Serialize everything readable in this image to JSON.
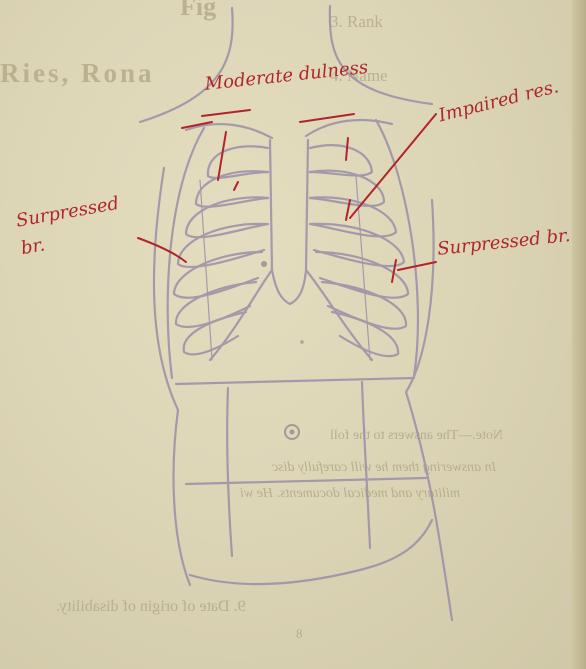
{
  "printed": {
    "item3": "3. Rank",
    "item4_faint": "4. Name",
    "item4_bold": "Ries, Rona",
    "note_line1": "Note.—The answers to the foll",
    "note_line2": "In answering them he will carefully disc",
    "note_line3": "military and medical documents. He wi",
    "item9": "9. Date of origin of disability.",
    "page_mark": "Fig",
    "bottom_mark": "8"
  },
  "annotations": {
    "top": "Moderate dulness",
    "upper_right": "Impaired res.",
    "left": "Surpressed br.",
    "right": "Surpressed br."
  },
  "colors": {
    "paper": "#dcd5b6",
    "ink_outline": "#9a8fa8",
    "ink_annotation": "#b0252c",
    "print_faint": "#b9b18f"
  }
}
